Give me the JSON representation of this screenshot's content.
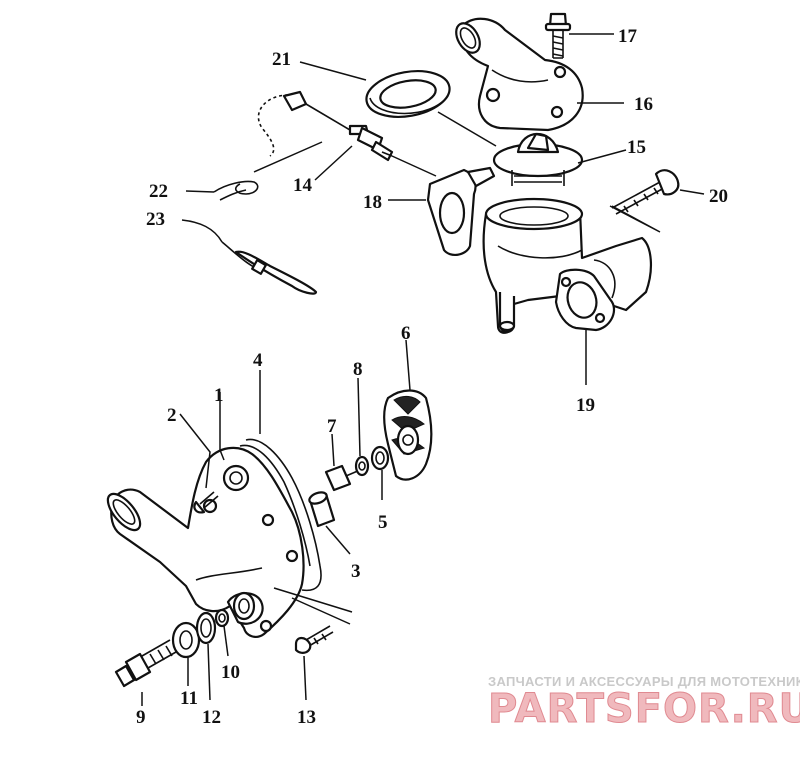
{
  "diagram": {
    "callouts": [
      "1",
      "2",
      "3",
      "4",
      "5",
      "6",
      "7",
      "8",
      "9",
      "10",
      "11",
      "12",
      "13",
      "14",
      "15",
      "16",
      "17",
      "18",
      "19",
      "20",
      "21",
      "22",
      "23"
    ]
  },
  "watermark": {
    "tagline": "ЗАПЧАСТИ И АКСЕССУАРЫ ДЛЯ МОТОТЕХНИКИ",
    "logo": "PARTSFOR.RU"
  }
}
